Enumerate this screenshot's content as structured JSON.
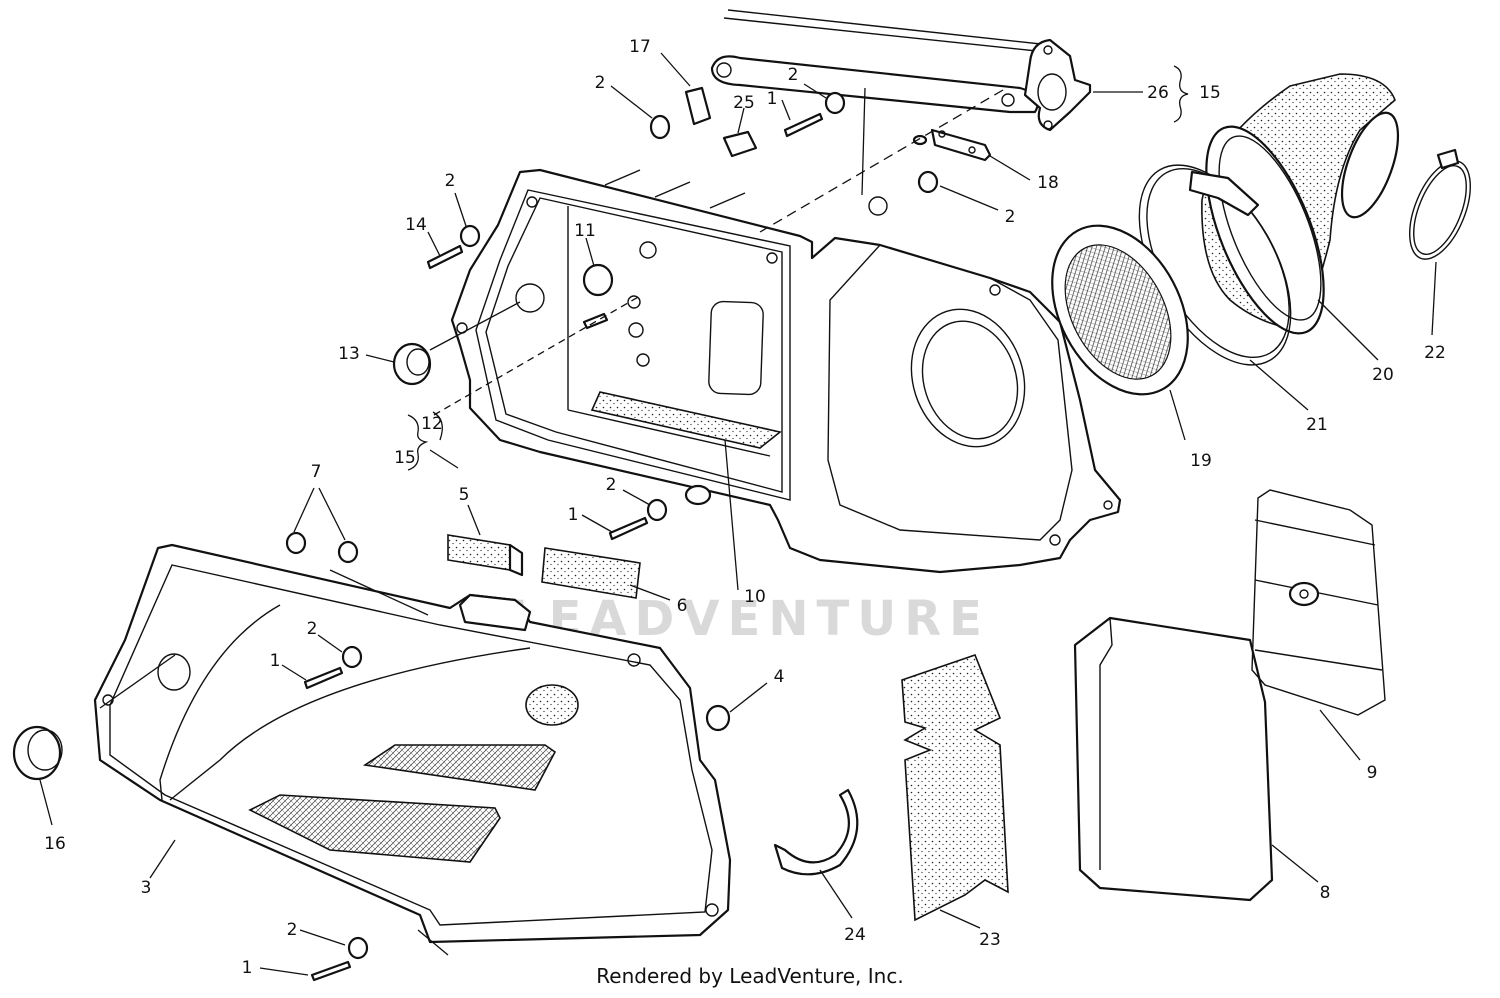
{
  "watermark": "LEADVENTURE",
  "footer": "Rendered by LeadVenture, Inc.",
  "callouts": {
    "c1a": "1",
    "c1b": "1",
    "c1c": "1",
    "c1d": "1",
    "c2a": "2",
    "c2b": "2",
    "c2c": "2",
    "c2d": "2",
    "c2e": "2",
    "c2f": "2",
    "c2g": "2",
    "c3": "3",
    "c4": "4",
    "c5": "5",
    "c6": "6",
    "c7": "7",
    "c8": "8",
    "c9": "9",
    "c10": "10",
    "c11": "11",
    "c12": "12",
    "c13": "13",
    "c14": "14",
    "c15a": "15",
    "c15b": "15",
    "c16": "16",
    "c17": "17",
    "c18": "18",
    "c19": "19",
    "c20": "20",
    "c21": "21",
    "c22": "22",
    "c23": "23",
    "c24": "24",
    "c25": "25",
    "c26": "26"
  }
}
